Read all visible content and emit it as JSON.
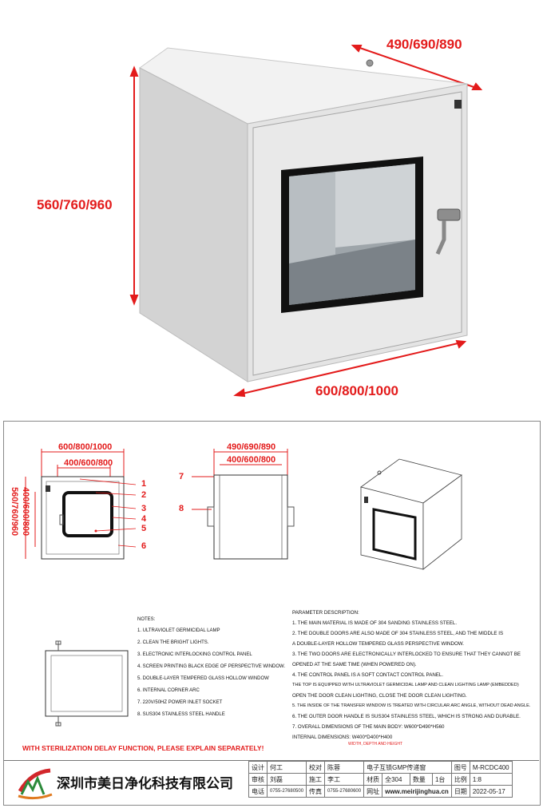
{
  "photo": {
    "dim_width": "600/800/1000",
    "dim_depth": "490/690/890",
    "dim_height": "560/760/960"
  },
  "front_view": {
    "outer_width": "600/800/1000",
    "inner_width": "400/600/800",
    "outer_height": "560/760/960",
    "inner_height": "400/600/800"
  },
  "side_view": {
    "outer_depth": "490/690/890",
    "inner_depth": "400/600/800"
  },
  "callouts": [
    "1",
    "2",
    "3",
    "4",
    "5",
    "6",
    "7",
    "8"
  ],
  "notes": {
    "title": "NOTES:",
    "items": [
      "1. ULTRAVIOLET GERMICIDAL LAMP",
      "2. CLEAN THE BRIGHT LIGHTS.",
      "3. ELECTRONIC INTERLOCKING CONTROL PANEL",
      "4. SCREEN PRINTING BLACK EDGE OF PERSPECTIVE WINDOW.",
      "5. DOUBLE-LAYER TEMPERED GLASS HOLLOW WINDOW",
      "6. INTERNAL CORNER ARC",
      "7. 220V/50HZ POWER INLET SOCKET",
      "8. SUS304 STAINLESS STEEL HANDLE"
    ]
  },
  "parameters": {
    "title": "PARAMETER DESCRIPTION:",
    "lines": [
      "1. THE MAIN MATERIAL IS MADE OF 304 SANDING STAINLESS STEEL.",
      "2. THE DOUBLE DOORS ARE ALSO MADE OF 304 STAINLESS STEEL, AND THE MIDDLE IS",
      "A DOUBLE-LAYER HOLLOW TEMPERED GLASS PERSPECTIVE WINDOW.",
      "3. THE TWO DOORS ARE ELECTRONICALLY INTERLOCKED TO ENSURE THAT THEY CANNOT BE",
      "OPENED AT THE SAME TIME (WHEN POWERED ON).",
      "4. THE CONTROL PANEL IS A SOFT CONTACT CONTROL PANEL.",
      "THE TOP IS EQUIPPED WITH ULTRAVIOLET GERMICIDAL LAMP AND CLEAN LIGHTING LAMP (EMBEDDED)",
      "OPEN THE DOOR CLEAN LIGHTING, CLOSE THE DOOR CLEAN LIGHTING.",
      "5. THE INSIDE OF THE TRANSFER WINDOW IS TREATED WITH CIRCULAR ARC ANGLE, WITHOUT DEAD ANGLE.",
      "6. THE OUTER DOOR HANDLE IS SUS304 STAINLESS STEEL, WHICH IS STRONG AND DURABLE.",
      "7. OVERALL DIMENSIONS OF THE MAIN BODY: W600*D490*H560",
      "INTERNAL DIMENSIONS: W400*D400*H400"
    ],
    "sub_note": "WIDTH, DEPTH AND HEIGHT"
  },
  "warning": "WITH STERILIZATION DELAY FUNCTION, PLEASE EXPLAIN SEPARATELY!",
  "title_block": {
    "company": "深圳市美日净化科技有限公司",
    "rows": [
      [
        "设计",
        "何工",
        "校对",
        "陈蓉",
        "电子互锁GMP传递窗",
        "",
        "",
        "图号",
        "M-RCDC400"
      ],
      [
        "审核",
        "刘磊",
        "施工",
        "李工",
        "材质",
        "全304",
        "数量",
        "1台",
        "比例",
        "1:8"
      ],
      [
        "电话",
        "0755-27680500",
        "传真",
        "0755-27680600",
        "网址",
        "www.meirijinghua.cn",
        "日期",
        "2022-05-17"
      ]
    ]
  },
  "colors": {
    "accent": "#e31b1b",
    "line": "#222222",
    "cabinet": "#dcdcdc"
  }
}
